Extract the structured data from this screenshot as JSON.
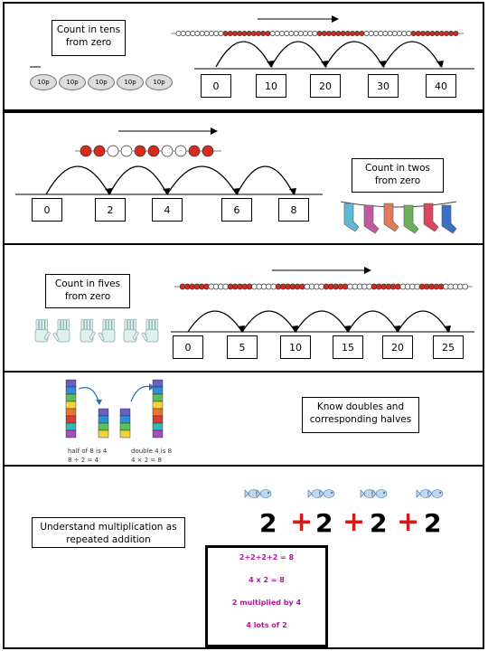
{
  "panels": {
    "tens": {
      "label": "Count in tens from zero",
      "coins": [
        "10p",
        "10p",
        "10p",
        "10p",
        "10p"
      ],
      "numbers": [
        "0",
        "10",
        "20",
        "30",
        "40"
      ]
    },
    "twos": {
      "label": "Count in twos from zero",
      "numbers": [
        "0",
        "2",
        "4",
        "6",
        "8"
      ]
    },
    "fives": {
      "label": "Count in fives from zero",
      "numbers": [
        "0",
        "5",
        "10",
        "15",
        "20",
        "25"
      ]
    },
    "doubles": {
      "label": "Know doubles and corresponding halves",
      "caption_left_1": "half of 8 is 4",
      "caption_left_2": "8 ÷ 2 = 4",
      "caption_right_1": "double 4 is 8",
      "caption_right_2": "4 × 2 = 8"
    },
    "multiplication": {
      "label": "Understand multiplication as repeated addition",
      "big_numbers": [
        "2",
        "2",
        "2",
        "2"
      ],
      "plus_sign": "+",
      "lines": [
        "2+2+2+2 = 8",
        "4 x 2 = 8",
        "2 multiplied by 4",
        "4 lots of 2"
      ]
    }
  },
  "colors": {
    "bead_red": "#d62a1e",
    "plus_red": "#d11a1a",
    "magenta_text": "#b3179c"
  }
}
